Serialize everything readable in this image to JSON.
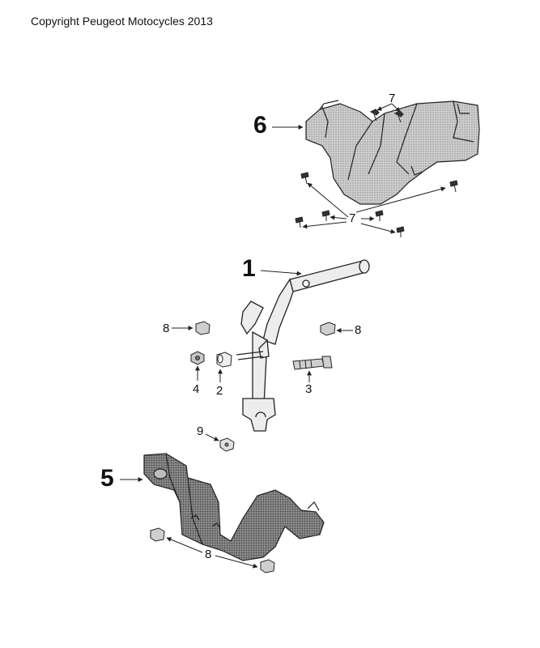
{
  "copyright": "Copyright Peugeot Motocycles 2013",
  "callouts": {
    "c1": "1",
    "c2": "2",
    "c3": "3",
    "c4": "4",
    "c5": "5",
    "c6": "6",
    "c7_top": "7",
    "c7_mid": "7",
    "c8_left": "8",
    "c8_right": "8",
    "c8_bottom": "8",
    "c9": "9"
  },
  "colors": {
    "ink": "#222222",
    "part_fill": "#d8d8d8",
    "part_dark": "#6e6e6e"
  }
}
